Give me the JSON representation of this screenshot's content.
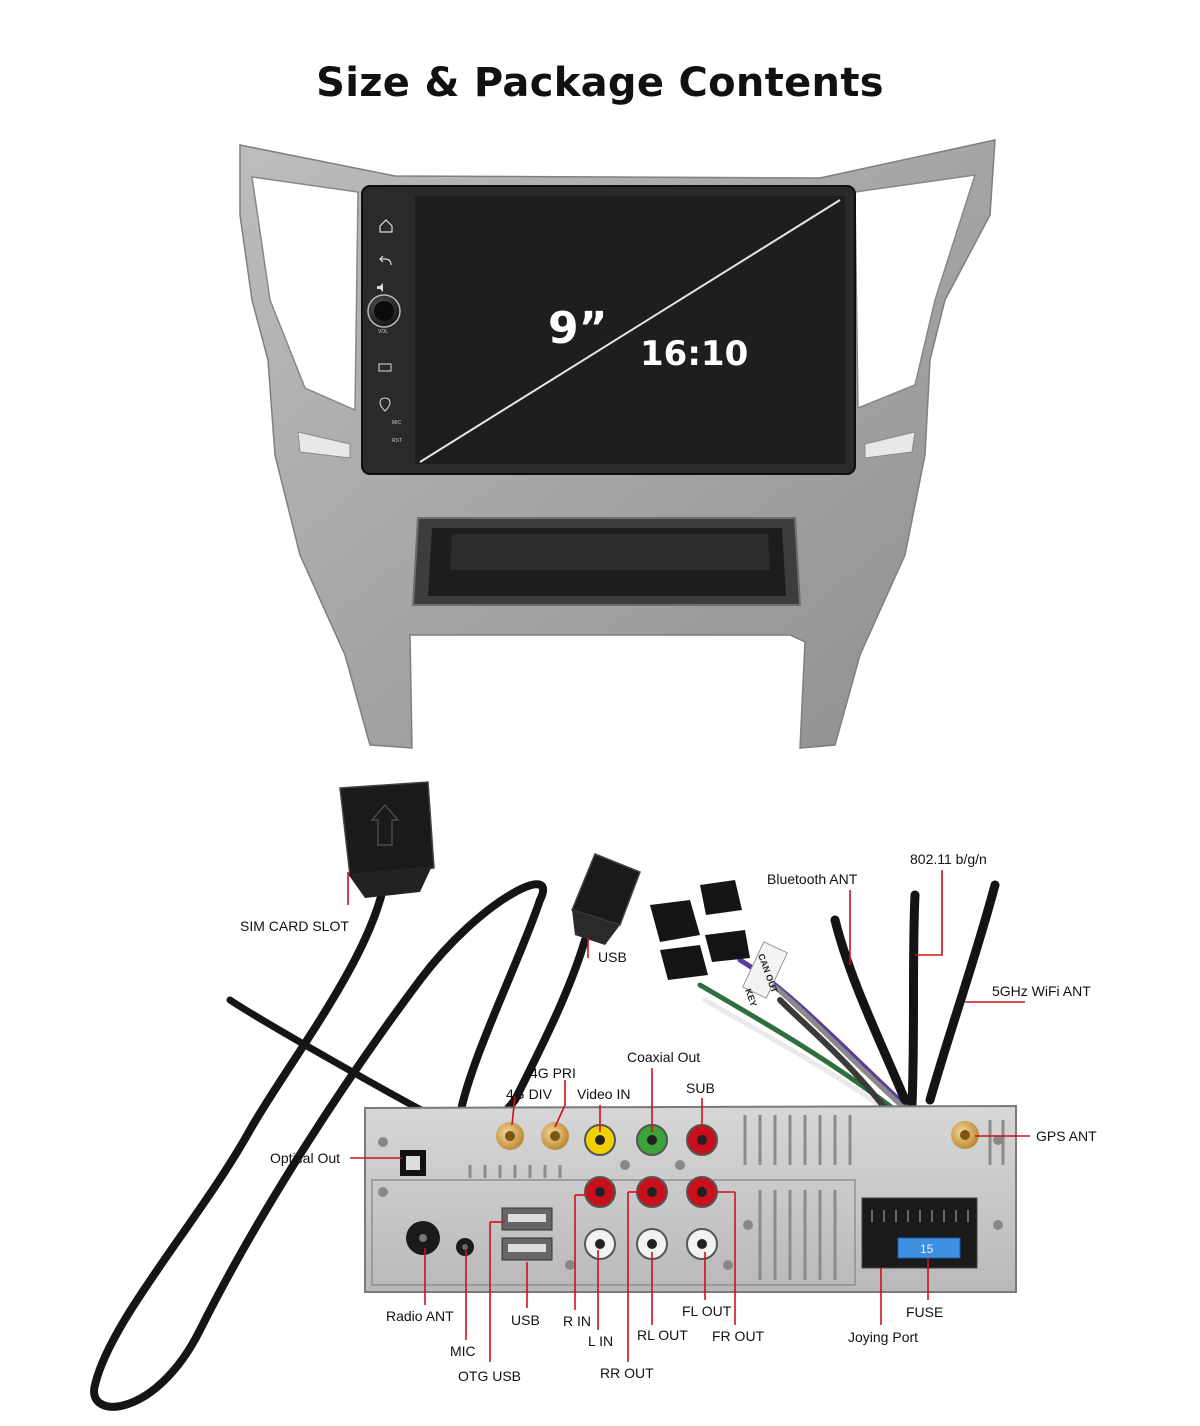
{
  "title": "Size & Package Contents",
  "screen": {
    "size": "9”",
    "ratio": "16:10",
    "side_buttons": [
      "home-icon",
      "back-icon",
      "mute-icon",
      "volume-knob",
      "battery-icon",
      "navigation-pin-icon"
    ],
    "side_labels": {
      "knob": "VOL",
      "mic": "MIC",
      "rst": "RST"
    }
  },
  "callouts": {
    "sim_card_slot": "SIM CARD SLOT",
    "usb_top": "USB",
    "bluetooth_ant": "Bluetooth ANT",
    "wifi_80211": "802.11 b/g/n",
    "wifi_5ghz": "5GHz WiFi ANT",
    "can_out": "CAN OUT",
    "key": "KEY",
    "gps_ant": "GPS ANT",
    "coaxial_out": "Coaxial Out",
    "g4_pri": "4G PRI",
    "g4_div": "4G DIV",
    "video_in": "Video IN",
    "sub": "SUB",
    "optical_out": "Optical Out",
    "radio_ant": "Radio ANT",
    "mic": "MIC",
    "otg_usb": "OTG USB",
    "usb_bottom": "USB",
    "r_in": "R IN",
    "l_in": "L IN",
    "rr_out": "RR OUT",
    "rl_out": "RL OUT",
    "fl_out": "FL OUT",
    "fr_out": "FR OUT",
    "fuse": "FUSE",
    "joying_port": "Joying Port",
    "fuse_value": "15"
  },
  "colors": {
    "accent_leader": "#d0101a",
    "frame_silver": "#a9a9ab",
    "screen_black": "#1e1e1e",
    "cable_black": "#151515",
    "chassis_silver": "#c9c9c9",
    "rca_red": "#c8101c",
    "rca_white": "#f2f2f2",
    "rca_yellow": "#f2d000",
    "rca_green": "#3aa33a",
    "sma_gold": "#d4a24a",
    "fuse_blue": "#3f8fe0"
  }
}
